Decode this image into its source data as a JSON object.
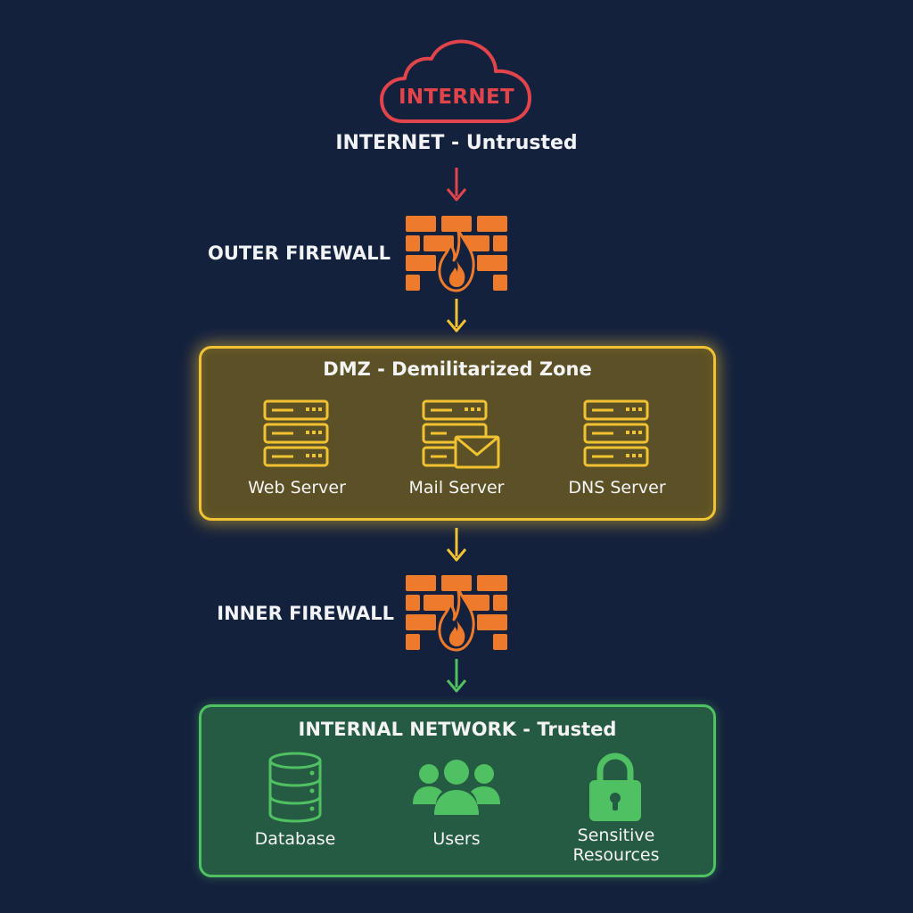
{
  "internet": {
    "cloud_label": "INTERNET",
    "caption": "INTERNET - Untrusted"
  },
  "outer_firewall": {
    "label": "OUTER FIREWALL"
  },
  "dmz": {
    "title": "DMZ - Demilitarized Zone",
    "items": [
      {
        "label": "Web Server",
        "icon": "server-icon"
      },
      {
        "label": "Mail Server",
        "icon": "mail-server-icon"
      },
      {
        "label": "DNS Server",
        "icon": "server-icon"
      }
    ]
  },
  "inner_firewall": {
    "label": "INNER FIREWALL"
  },
  "internal": {
    "title": "INTERNAL NETWORK - Trusted",
    "items": [
      {
        "label": "Database",
        "icon": "database-icon"
      },
      {
        "label": "Users",
        "icon": "users-icon"
      },
      {
        "label_line1": "Sensitive",
        "label_line2": "Resources",
        "icon": "lock-icon"
      }
    ]
  },
  "colors": {
    "background": "#14213d",
    "internet_red": "#e1444a",
    "firewall_orange": "#ee7a2c",
    "dmz_yellow": "#f1c232",
    "internal_green": "#4fc162"
  }
}
